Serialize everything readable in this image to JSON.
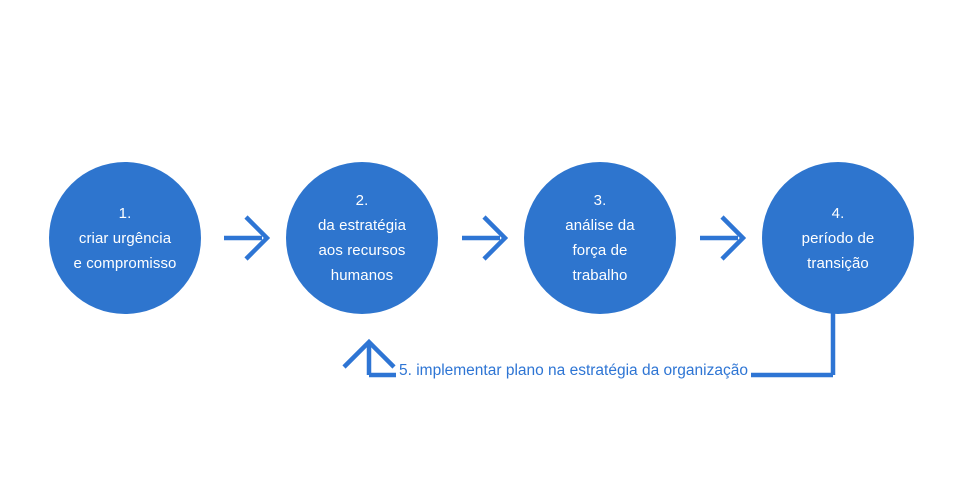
{
  "diagram": {
    "type": "cycle-process-flow",
    "background_color": "#FFFFFF",
    "node_fill_color": "#2E75CE",
    "node_text_color": "#FFFFFF",
    "arrow_color": "#2E75D4",
    "feedback_label_color": "#2E75D4",
    "stages": [
      {
        "number": "1.",
        "lines": [
          "criar urgência",
          "e compromisso"
        ],
        "full_text": "1. criar urgência e compromisso"
      },
      {
        "number": "2.",
        "lines": [
          "da estratégia",
          "aos recursos",
          "humanos"
        ],
        "full_text": "2. da estratégia aos recursos humanos"
      },
      {
        "number": "3.",
        "lines": [
          "análise da",
          "força de",
          "trabalho"
        ],
        "full_text": "3. análise da força de trabalho"
      },
      {
        "number": "4.",
        "lines": [
          "período de",
          "transição"
        ],
        "full_text": "4. período de transição"
      }
    ],
    "connectors": [
      {
        "from": "1",
        "to": "2",
        "shape": "arrow-right"
      },
      {
        "from": "2",
        "to": "3",
        "shape": "arrow-right"
      },
      {
        "from": "3",
        "to": "4",
        "shape": "arrow-right"
      }
    ],
    "feedback": {
      "label": "5. implementar plano na estratégia da organização",
      "from": "4",
      "to": "2",
      "shape": "arrow-loop-left-up"
    }
  }
}
